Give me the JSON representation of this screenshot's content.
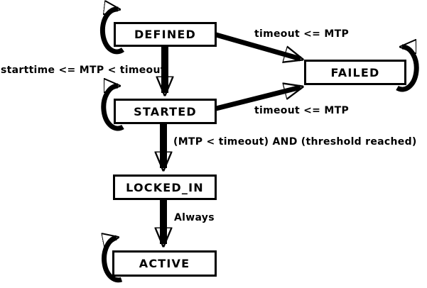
{
  "diagram": {
    "type": "state-machine",
    "background_color": "#ffffff",
    "line_color": "#000000",
    "states": {
      "defined": {
        "label": "DEFINED",
        "self_loop": true
      },
      "failed": {
        "label": "FAILED",
        "self_loop": true
      },
      "started": {
        "label": "STARTED",
        "self_loop": true
      },
      "locked_in": {
        "label": "LOCKED_IN",
        "self_loop": false
      },
      "active": {
        "label": "ACTIVE",
        "self_loop": true
      }
    },
    "edges": {
      "defined_failed": {
        "from": "DEFINED",
        "to": "FAILED",
        "label": "timeout <= MTP"
      },
      "defined_started": {
        "from": "DEFINED",
        "to": "STARTED",
        "label": "starttime <= MTP < timeout"
      },
      "started_failed": {
        "from": "STARTED",
        "to": "FAILED",
        "label": "timeout <= MTP"
      },
      "started_locked_in": {
        "from": "STARTED",
        "to": "LOCKED_IN",
        "label": "(MTP < timeout) AND (threshold reached)"
      },
      "locked_in_active": {
        "from": "LOCKED_IN",
        "to": "ACTIVE",
        "label": "Always"
      }
    }
  }
}
